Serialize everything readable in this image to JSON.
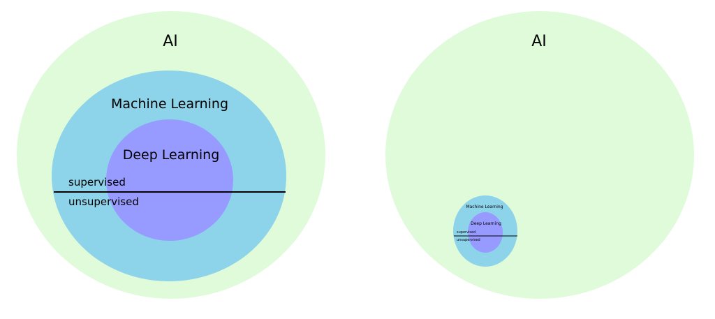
{
  "colors": {
    "ai": "#e0fbda",
    "machine_learning": "#8dd3e9",
    "deep_learning": "#979bff",
    "divider": "#000000",
    "background": "#ffffff"
  },
  "left_diagram": {
    "ai_label": "AI",
    "ml_label": "Machine Learning",
    "dl_label": "Deep Learning",
    "supervised_label": "supervised",
    "unsupervised_label": "unsupervised"
  },
  "right_diagram": {
    "ai_label": "AI",
    "ml_label": "Machine Learning",
    "dl_label": "Deep Learning",
    "supervised_label": "supervised",
    "unsupervised_label": "unsupervised"
  }
}
